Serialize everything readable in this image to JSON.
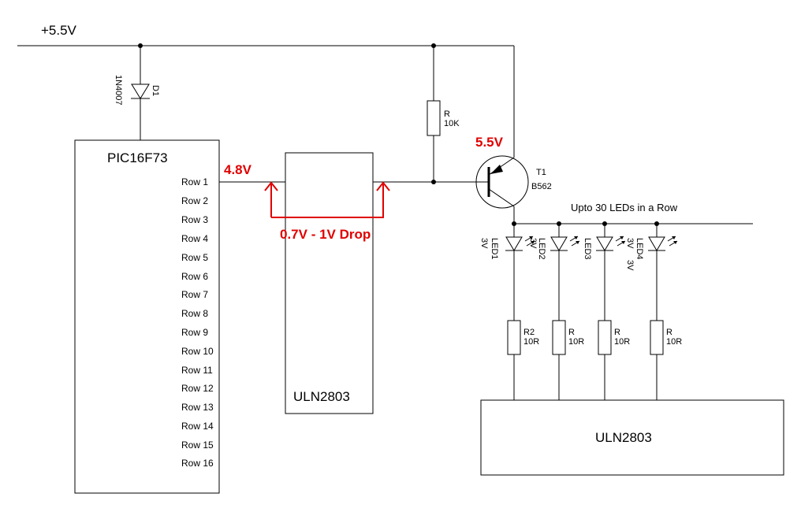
{
  "supply_label": "+5.5V",
  "diode": {
    "name": "D1",
    "part": "1N4007"
  },
  "pic": {
    "name": "PIC16F73",
    "pins": [
      "Row 1",
      "Row 2",
      "Row 3",
      "Row 4",
      "Row 5",
      "Row 6",
      "Row 7",
      "Row 8",
      "Row 9",
      "Row 10",
      "Row 11",
      "Row 12",
      "Row 13",
      "Row 14",
      "Row 15",
      "Row 16"
    ]
  },
  "uln_left": {
    "name": "ULN2803"
  },
  "uln_right": {
    "name": "ULN2803"
  },
  "resistor_top": {
    "name": "R",
    "value": "10K"
  },
  "transistor": {
    "name": "T1",
    "part": "B562"
  },
  "annotations": {
    "v_in": "4.8V",
    "v_out": "5.5V",
    "drop": "0.7V - 1V Drop"
  },
  "row_label": "Upto 30 LEDs in a Row",
  "leds": [
    {
      "name": "LED1",
      "voltage": "3V"
    },
    {
      "name": "LED2",
      "voltage": "3V"
    },
    {
      "name": "LED3",
      "voltage": "3V"
    },
    {
      "name": "LED4",
      "voltage": "3V"
    }
  ],
  "led_resistors": [
    {
      "name": "R2",
      "value": "10R"
    },
    {
      "name": "R",
      "value": "10R"
    },
    {
      "name": "R",
      "value": "10R"
    },
    {
      "name": "R",
      "value": "10R"
    }
  ]
}
